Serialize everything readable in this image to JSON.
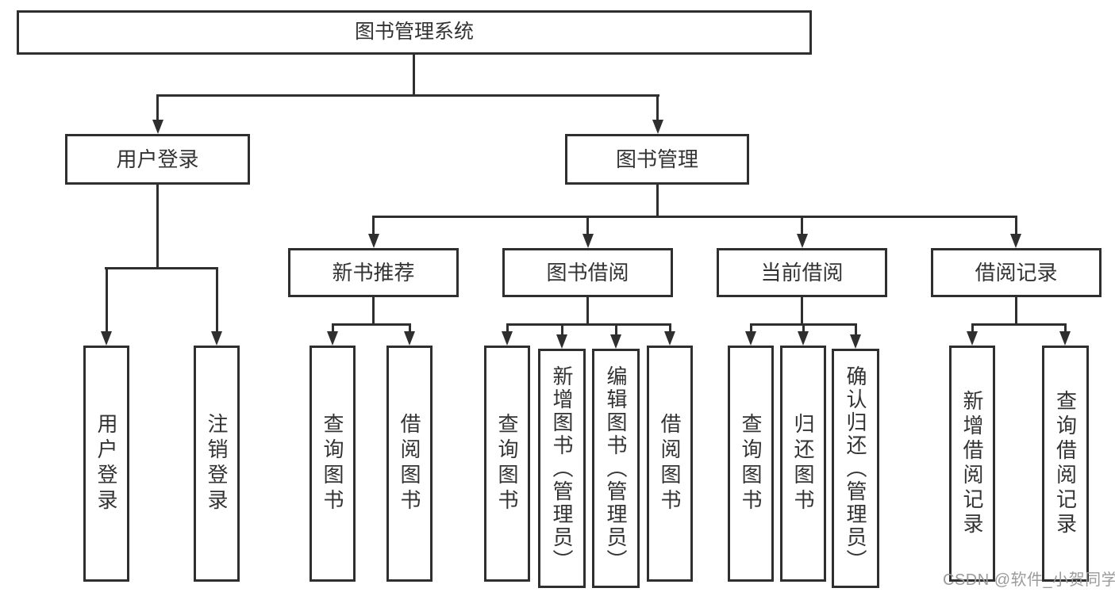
{
  "colors": {
    "line": "#2f2f2f",
    "text": "#333333",
    "watermark": "#9b9b9b",
    "background": "#ffffff"
  },
  "diagram": {
    "root": {
      "label": "图书管理系统"
    },
    "branches": [
      {
        "label": "用户登录",
        "children": [
          {
            "label": "用户登录"
          },
          {
            "label": "注销登录"
          }
        ]
      },
      {
        "label": "图书管理",
        "children": [
          {
            "label": "新书推荐",
            "children": [
              {
                "label": "查询图书"
              },
              {
                "label": "借阅图书"
              }
            ]
          },
          {
            "label": "图书借阅",
            "children": [
              {
                "label": "查询图书"
              },
              {
                "label": "新增图书（管理员）"
              },
              {
                "label": "编辑图书（管理员）"
              },
              {
                "label": "借阅图书"
              }
            ]
          },
          {
            "label": "当前借阅",
            "children": [
              {
                "label": "查询图书"
              },
              {
                "label": "归还图书"
              },
              {
                "label": "确认归还（管理员）"
              }
            ]
          },
          {
            "label": "借阅记录",
            "children": [
              {
                "label": "新增借阅记录"
              },
              {
                "label": "查询借阅记录"
              }
            ]
          }
        ]
      }
    ]
  },
  "watermark": {
    "text": "CSDN @软件_小贺同学"
  }
}
